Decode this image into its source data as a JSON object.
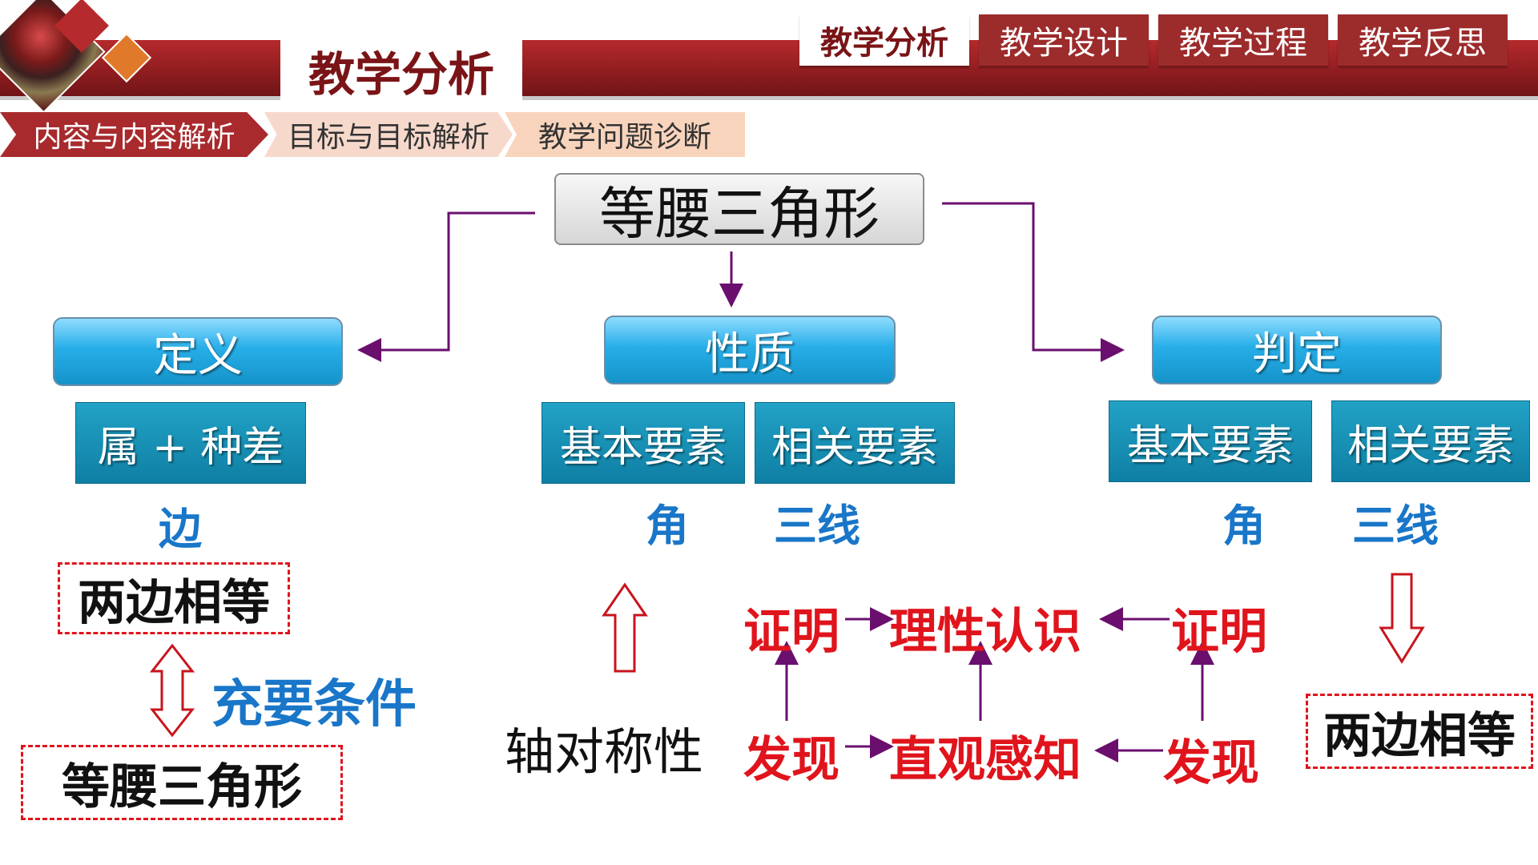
{
  "header": {
    "title": "教学分析",
    "tabs": [
      {
        "label": "教学分析",
        "active": true
      },
      {
        "label": "教学设计",
        "active": false
      },
      {
        "label": "教学过程",
        "active": false
      },
      {
        "label": "教学反思",
        "active": false
      }
    ]
  },
  "subnav": [
    "内容与内容解析",
    "目标与目标解析",
    "教学问题诊断"
  ],
  "diagram": {
    "root": "等腰三角形",
    "definition": {
      "label": "定义",
      "sub": "属 + 种差",
      "element": "边",
      "box_top": "两边相等",
      "relation": "充要条件",
      "box_bottom": "等腰三角形"
    },
    "property": {
      "label": "性质",
      "basic": "基本要素",
      "related": "相关要素",
      "basic_item": "角",
      "related_item": "三线",
      "symmetry": "轴对称性"
    },
    "judgement": {
      "label": "判定",
      "basic": "基本要素",
      "related": "相关要素",
      "basic_item": "角",
      "related_item": "三线",
      "result": "两边相等"
    },
    "process": {
      "proof_left": "证明",
      "rational": "理性认识",
      "proof_right": "证明",
      "find_left": "发现",
      "intuitive": "直观感知",
      "find_right": "发现"
    }
  },
  "colors": {
    "brand_red": "#9c2b2b",
    "accent_blue": "#1976c8",
    "alert_red": "#e0141c",
    "arrow_purple": "#6a0f6e"
  }
}
